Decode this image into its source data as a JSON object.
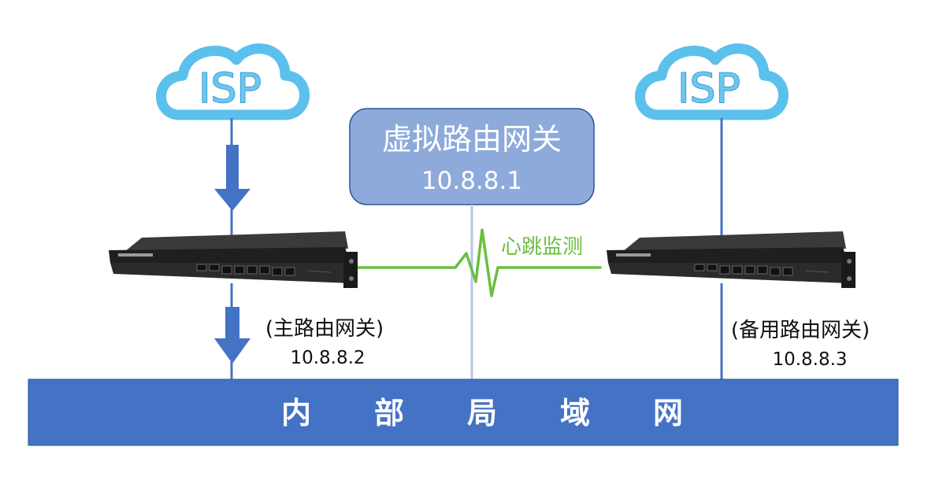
{
  "isp_left": {
    "label": "ISP"
  },
  "isp_right": {
    "label": "ISP"
  },
  "virtual_gateway": {
    "title": "虚拟路由网关",
    "ip": "10.8.8.1"
  },
  "heartbeat": {
    "label": "心跳监测"
  },
  "primary_gateway": {
    "label": "(主路由网关)",
    "ip": "10.8.8.2"
  },
  "backup_gateway": {
    "label": "(备用路由网关)",
    "ip": "10.8.8.3"
  },
  "lan": {
    "chars": [
      "内",
      "部",
      "局",
      "域",
      "网"
    ]
  },
  "colors": {
    "cloud_outline": "#5bc0ec",
    "isp_text": "#6ec6ee",
    "link_line": "#4472c4",
    "arrow": "#4472c4",
    "vgw_box_fill": "#8eaadb",
    "vgw_box_stroke": "#2f5597",
    "vgw_line": "#b4c7e7",
    "heartbeat": "#6abf3f",
    "lan_fill": "#4472c4",
    "device_body": "#2b2b2b"
  }
}
